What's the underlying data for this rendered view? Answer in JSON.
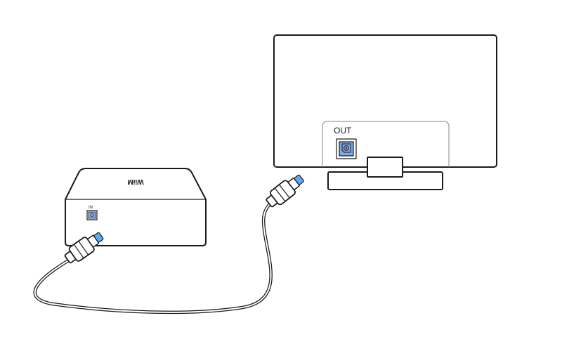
{
  "device": {
    "logo_text": "WiiM",
    "input_port_label": "IN"
  },
  "tv": {
    "output_port_label": "OUT"
  },
  "colors": {
    "port_blue": "#7fa8e8",
    "cable_tip_blue": "#5aa9f2",
    "line": "#1a1a1a",
    "cable_gray": "#6e6e6e"
  },
  "icons": {
    "optical_port": "optical-toslink-port-icon",
    "cable_connector": "optical-cable-connector-icon"
  }
}
